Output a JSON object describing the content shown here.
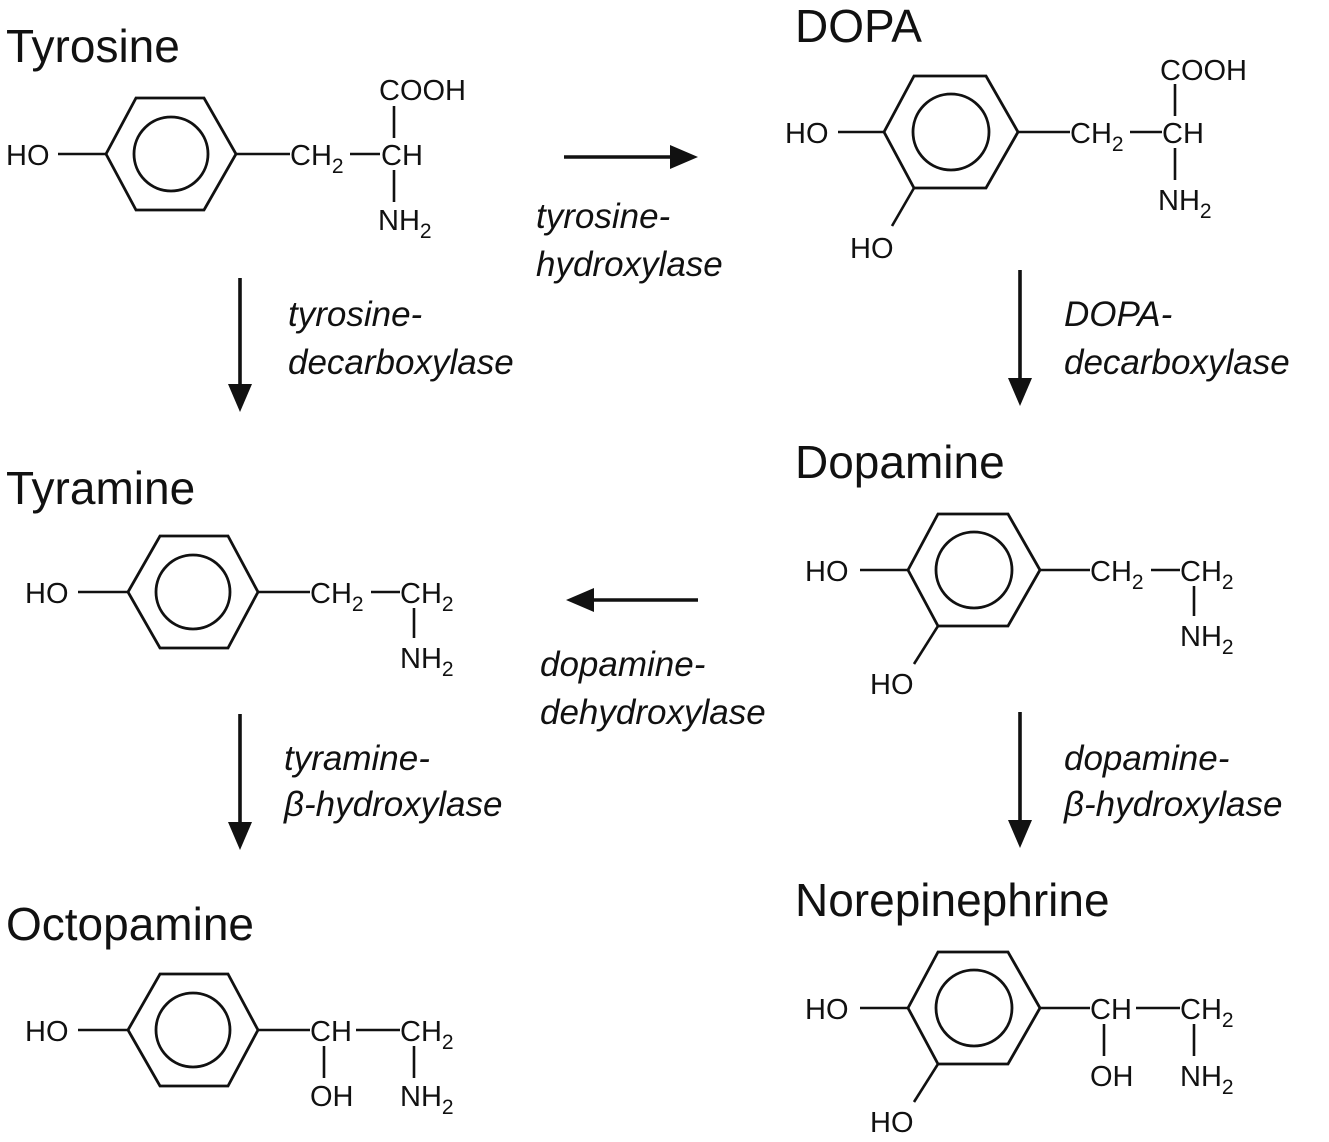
{
  "compounds": {
    "tyrosine": {
      "name": "Tyrosine"
    },
    "dopa": {
      "name": "DOPA"
    },
    "tyramine": {
      "name": "Tyramine"
    },
    "dopamine": {
      "name": "Dopamine"
    },
    "octopamine": {
      "name": "Octopamine"
    },
    "norepinephrine": {
      "name": "Norepinephrine"
    }
  },
  "enzymes": {
    "tyrosine_hydroxylase": [
      "tyrosine-",
      "hydroxylase"
    ],
    "tyrosine_decarboxylase": [
      "tyrosine-",
      "decarboxylase"
    ],
    "dopa_decarboxylase": [
      "DOPA-",
      "decarboxylase"
    ],
    "dopamine_dehydroxylase": [
      "dopamine-",
      "dehydroxylase"
    ],
    "tyramine_beta_hydroxylase": [
      "tyramine-",
      "β-hydroxylase"
    ],
    "dopamine_beta_hydroxylase": [
      "dopamine-",
      "β-hydroxylase"
    ]
  },
  "atoms": {
    "ho": "HO",
    "oh": "OH",
    "cooh": "COOH",
    "ch": "CH",
    "ch2": "CH",
    "nh2": "NH",
    "sub2": "2"
  }
}
